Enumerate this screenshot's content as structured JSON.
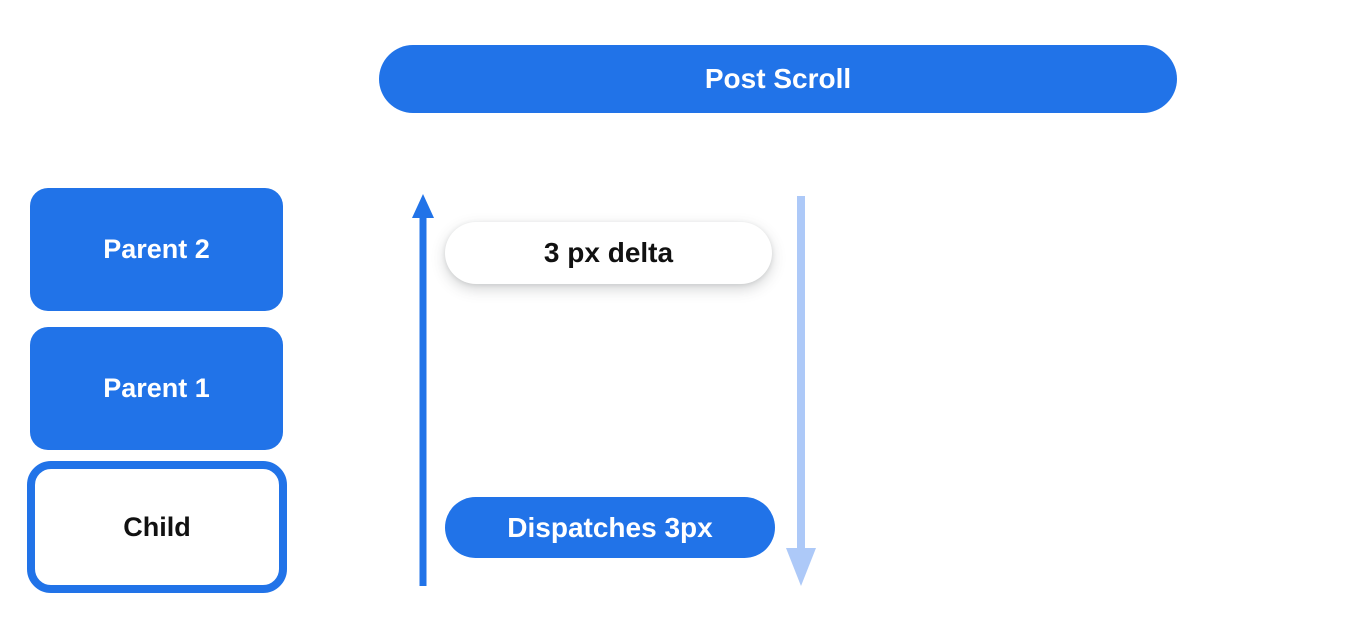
{
  "colors": {
    "primary_blue": "#2173e8",
    "light_blue": "#adc9f8",
    "text_on_blue": "#ffffff",
    "text_dark": "#111111",
    "background": "#ffffff"
  },
  "header": {
    "post_scroll_label": "Post Scroll"
  },
  "nodes": {
    "parent2_label": "Parent 2",
    "parent1_label": "Parent 1",
    "child_label": "Child"
  },
  "flow": {
    "delta_label": "3 px delta",
    "dispatch_label": "Dispatches 3px",
    "up_arrow_icon": "arrow-up-icon",
    "down_arrow_icon": "arrow-down-icon"
  }
}
